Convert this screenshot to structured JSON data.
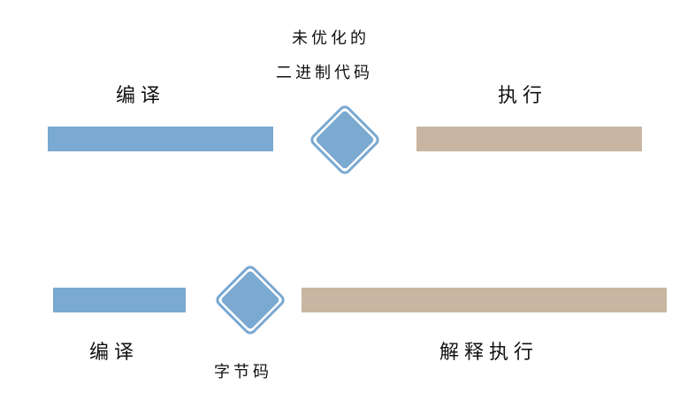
{
  "colors": {
    "compile": "#7aa9d2",
    "execute": "#c9b6a2",
    "diamond_fill": "#7aa9d2",
    "diamond_outline": "#7aa9d2"
  },
  "top_row": {
    "compile_label": "编译",
    "intermediate_label_line1": "未优化的",
    "intermediate_label_line2": "二进制代码",
    "execute_label": "执行"
  },
  "bottom_row": {
    "compile_label": "编译",
    "intermediate_label": "字节码",
    "execute_label": "解释执行"
  }
}
